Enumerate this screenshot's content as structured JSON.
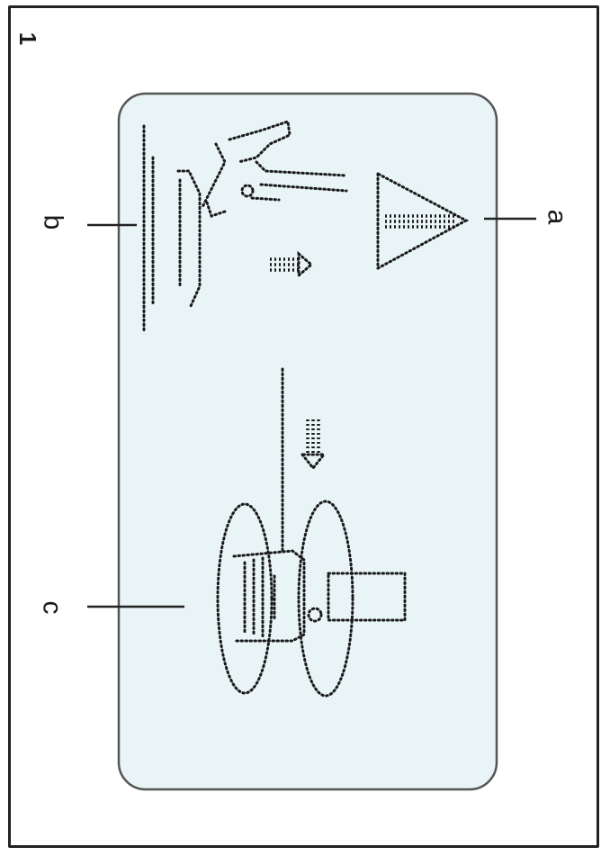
{
  "step_number": "1",
  "labels": {
    "a": "a",
    "b": "b",
    "c": "c"
  },
  "colors": {
    "panel_fill": "#e9f4f6",
    "panel_border": "#555555",
    "dots": "#1a1a1a",
    "frame": "#222222"
  },
  "icons": [
    "warning-triangle-icon",
    "hand-pressing-icon",
    "trap-door-icon",
    "arrow-icon",
    "spool-reel-icon"
  ]
}
